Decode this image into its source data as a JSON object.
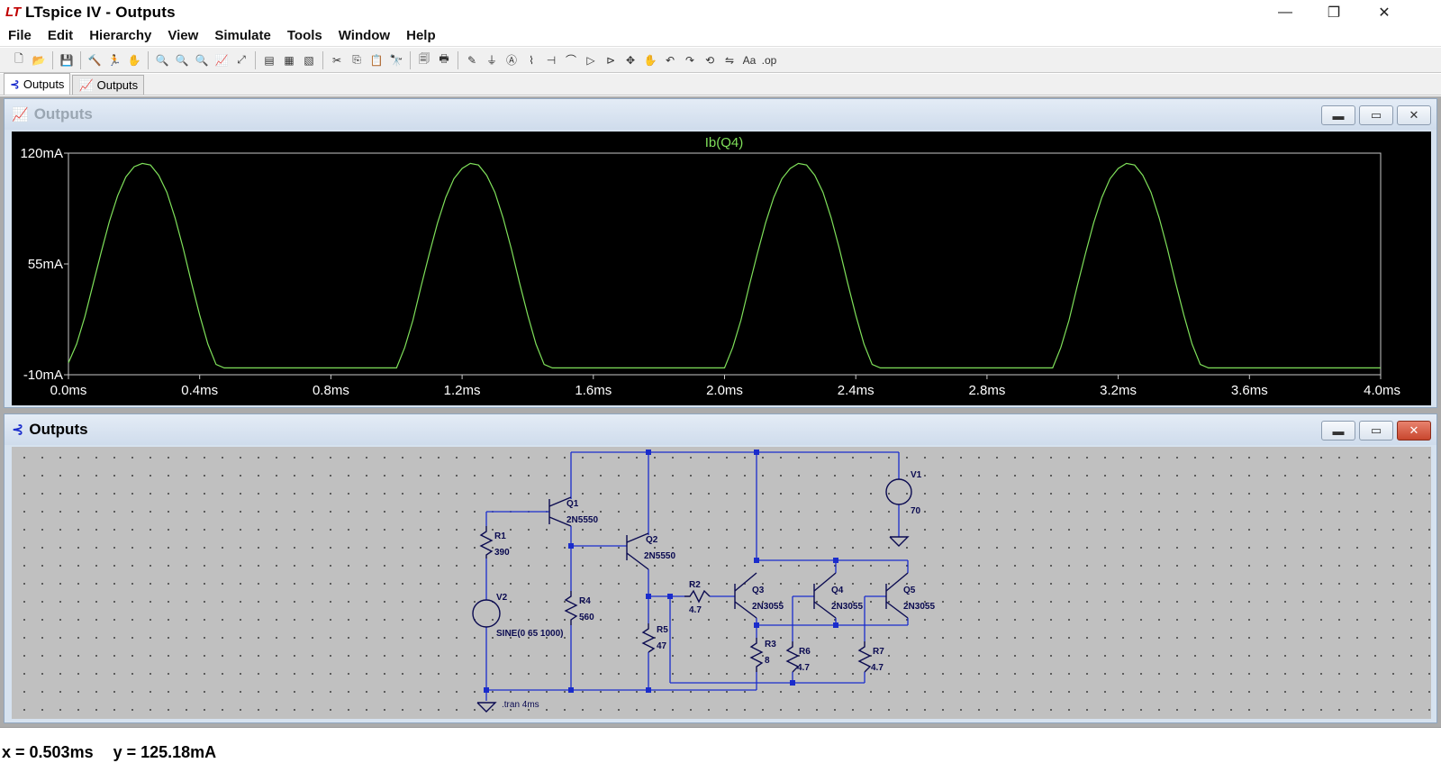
{
  "window": {
    "title": "LTspice IV - Outputs",
    "controls": {
      "minimize": "—",
      "restore": "❐",
      "close": "✕"
    }
  },
  "menu": [
    "File",
    "Edit",
    "Hierarchy",
    "View",
    "Simulate",
    "Tools",
    "Window",
    "Help"
  ],
  "toolbar": {
    "icons": [
      "new-schematic-icon",
      "open-icon",
      "save-icon",
      "control-panel-icon",
      "run-icon",
      "halt-icon",
      "zoom-in-icon",
      "zoom-out-icon",
      "zoom-cancel-icon",
      "autorange-icon",
      "zoom-fit-icon",
      "tile-horizontal-icon",
      "cascade-icon",
      "tile-icon",
      "cut-icon",
      "copy-icon",
      "paste-icon",
      "find-icon",
      "print-preview-icon",
      "print-icon",
      "wire-icon",
      "ground-icon",
      "label-icon",
      "resistor-icon",
      "capacitor-icon",
      "inductor-icon",
      "diode-icon",
      "component-icon",
      "move-icon",
      "drag-icon",
      "undo-icon",
      "redo-icon",
      "rotate-icon",
      "mirror-icon",
      "text-icon",
      "spice-directive-icon"
    ],
    "glyphs": [
      "🗋",
      "📂",
      "💾",
      "🔨",
      "🏃",
      "✋",
      "🔍",
      "🔍",
      "🔍",
      "📈",
      "⤢",
      "▤",
      "▦",
      "▧",
      "✂",
      "⎘",
      "📋",
      "🔭",
      "🗐",
      "🖶",
      "✎",
      "⏚",
      "Ⓐ",
      "⌇",
      "⊣",
      "⌒",
      "▷",
      "⊳",
      "✥",
      "✋",
      "↶",
      "↷",
      "⟲",
      "⇋",
      "Aa",
      ".op"
    ]
  },
  "tabs": [
    {
      "label": "Outputs",
      "icon": "schematic-icon",
      "active": true
    },
    {
      "label": "Outputs",
      "icon": "waveform-icon",
      "active": false
    }
  ],
  "waveform_window": {
    "title": "Outputs",
    "buttons": {
      "min": "▬",
      "max": "▭",
      "close": "✕"
    },
    "colors": {
      "background": "#000000",
      "trace": "#7fe05a",
      "axis": "#ffffff",
      "grid": "#808080"
    }
  },
  "schematic_window": {
    "title": "Outputs",
    "buttons": {
      "min": "▬",
      "max": "▭",
      "close": "✕"
    },
    "colors": {
      "wire": "#1a2ccc",
      "component": "#0a0a50",
      "background": "#c0c0c0"
    },
    "components": {
      "Q1": {
        "name": "Q1",
        "model": "2N5550"
      },
      "Q2": {
        "name": "Q2",
        "model": "2N5550"
      },
      "Q3": {
        "name": "Q3",
        "model": "2N3055"
      },
      "Q4": {
        "name": "Q4",
        "model": "2N3055"
      },
      "Q5": {
        "name": "Q5",
        "model": "2N3055"
      },
      "R1": {
        "name": "R1",
        "value": "390"
      },
      "R2": {
        "name": "R2",
        "value": "4.7"
      },
      "R3": {
        "name": "R3",
        "value": "8"
      },
      "R4": {
        "name": "R4",
        "value": "560"
      },
      "R5": {
        "name": "R5",
        "value": "47"
      },
      "R6": {
        "name": "R6",
        "value": "4.7"
      },
      "R7": {
        "name": "R7",
        "value": "4.7"
      },
      "V1": {
        "name": "V1",
        "value": "70"
      },
      "V2": {
        "name": "V2",
        "value": "SINE(0 65 1000)"
      }
    },
    "directive": ".tran 4ms"
  },
  "chart_data": {
    "type": "line",
    "title": "Ib(Q4)",
    "xlabel": "",
    "ylabel": "",
    "xlim": [
      0,
      4
    ],
    "ylim": [
      -10,
      120
    ],
    "x_unit": "ms",
    "y_unit": "mA",
    "x_ticks": [
      0.0,
      0.4,
      0.8,
      1.2,
      1.6,
      2.0,
      2.4,
      2.8,
      3.2,
      3.6,
      4.0
    ],
    "x_tick_labels": [
      "0.0ms",
      "0.4ms",
      "0.8ms",
      "1.2ms",
      "1.6ms",
      "2.0ms",
      "2.4ms",
      "2.8ms",
      "3.2ms",
      "3.6ms",
      "4.0ms"
    ],
    "y_ticks": [
      120,
      55,
      -10
    ],
    "y_tick_labels": [
      "120mA",
      "55mA",
      "-10mA"
    ],
    "grid": false,
    "series": [
      {
        "name": "Ib(Q4)",
        "color": "#7fe05a",
        "x": [
          0.0,
          0.025,
          0.05,
          0.075,
          0.1,
          0.125,
          0.15,
          0.175,
          0.2,
          0.225,
          0.25,
          0.275,
          0.3,
          0.325,
          0.35,
          0.375,
          0.4,
          0.425,
          0.45,
          0.475,
          0.5,
          1.0,
          1.025,
          1.05,
          1.075,
          1.1,
          1.125,
          1.15,
          1.175,
          1.2,
          1.225,
          1.25,
          1.275,
          1.3,
          1.325,
          1.35,
          1.375,
          1.4,
          1.425,
          1.45,
          1.475,
          1.5,
          2.0,
          2.025,
          2.05,
          2.075,
          2.1,
          2.125,
          2.15,
          2.175,
          2.2,
          2.225,
          2.25,
          2.275,
          2.3,
          2.325,
          2.35,
          2.375,
          2.4,
          2.425,
          2.45,
          2.475,
          2.5,
          3.0,
          3.025,
          3.05,
          3.075,
          3.1,
          3.125,
          3.15,
          3.175,
          3.2,
          3.225,
          3.25,
          3.275,
          3.3,
          3.325,
          3.35,
          3.375,
          3.4,
          3.425,
          3.45,
          3.475,
          3.5,
          4.0
        ],
        "y": [
          -3,
          8,
          24,
          43,
          62,
          80,
          95,
          106,
          112,
          114,
          113,
          107,
          97,
          82,
          64,
          44,
          25,
          8,
          -4,
          -6,
          -6,
          -6,
          6,
          22,
          42,
          61,
          79,
          94,
          105,
          111,
          114,
          113,
          107,
          97,
          82,
          64,
          44,
          25,
          8,
          -4,
          -6,
          -6,
          -6,
          6,
          22,
          42,
          61,
          79,
          94,
          105,
          111,
          114,
          113,
          107,
          97,
          82,
          64,
          44,
          25,
          8,
          -4,
          -6,
          -6,
          -6,
          6,
          22,
          42,
          61,
          79,
          94,
          105,
          111,
          114,
          113,
          107,
          97,
          82,
          64,
          44,
          25,
          8,
          -4,
          -6,
          -6,
          -6
        ]
      }
    ]
  },
  "status": {
    "x": "x = 0.503ms",
    "y": "y = 125.18mA"
  }
}
